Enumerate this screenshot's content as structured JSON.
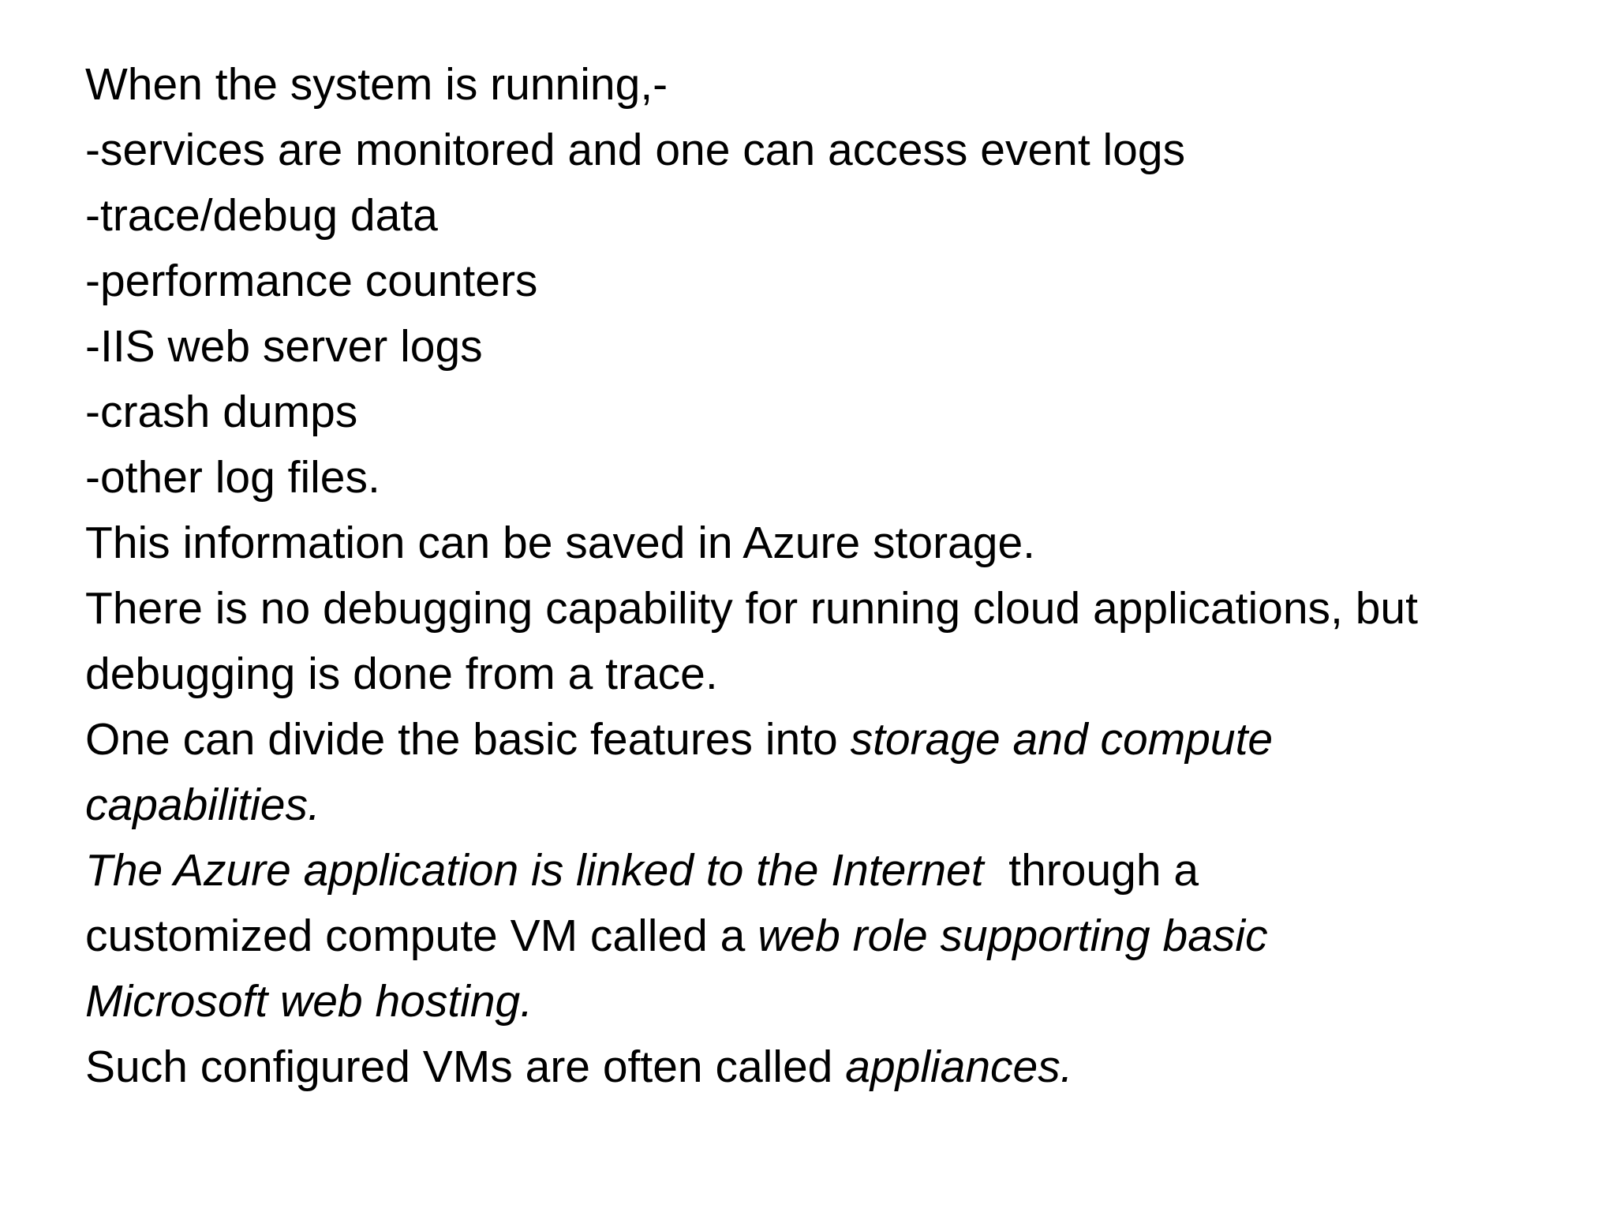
{
  "slide": {
    "lines": [
      {
        "parts": [
          "When the system is running,-"
        ]
      },
      {
        "parts": [
          "-services are monitored and one can access event logs"
        ]
      },
      {
        "parts": [
          "-trace/debug data"
        ]
      },
      {
        "parts": [
          "-performance counters"
        ]
      },
      {
        "parts": [
          "-IIS web server logs"
        ]
      },
      {
        "parts": [
          "-crash dumps"
        ]
      },
      {
        "parts": [
          "-other log files."
        ]
      },
      {
        "parts": [
          "This information can be saved in Azure storage."
        ]
      },
      {
        "parts": [
          "There is no debugging capability for running cloud applications, but"
        ]
      },
      {
        "parts": [
          "debugging is done from a trace."
        ]
      },
      {
        "parts": [
          "One can divide the basic features into ",
          "storage and compute"
        ]
      },
      {
        "parts": [
          "capabilities."
        ]
      },
      {
        "parts": [
          "The Azure application is linked to the Internet",
          "  through a"
        ]
      },
      {
        "parts": [
          "customized compute VM called a ",
          "web role supporting basic"
        ]
      },
      {
        "parts": [
          "Microsoft web hosting."
        ]
      },
      {
        "parts": [
          "Such configured VMs are often called ",
          "appliances."
        ]
      }
    ]
  }
}
